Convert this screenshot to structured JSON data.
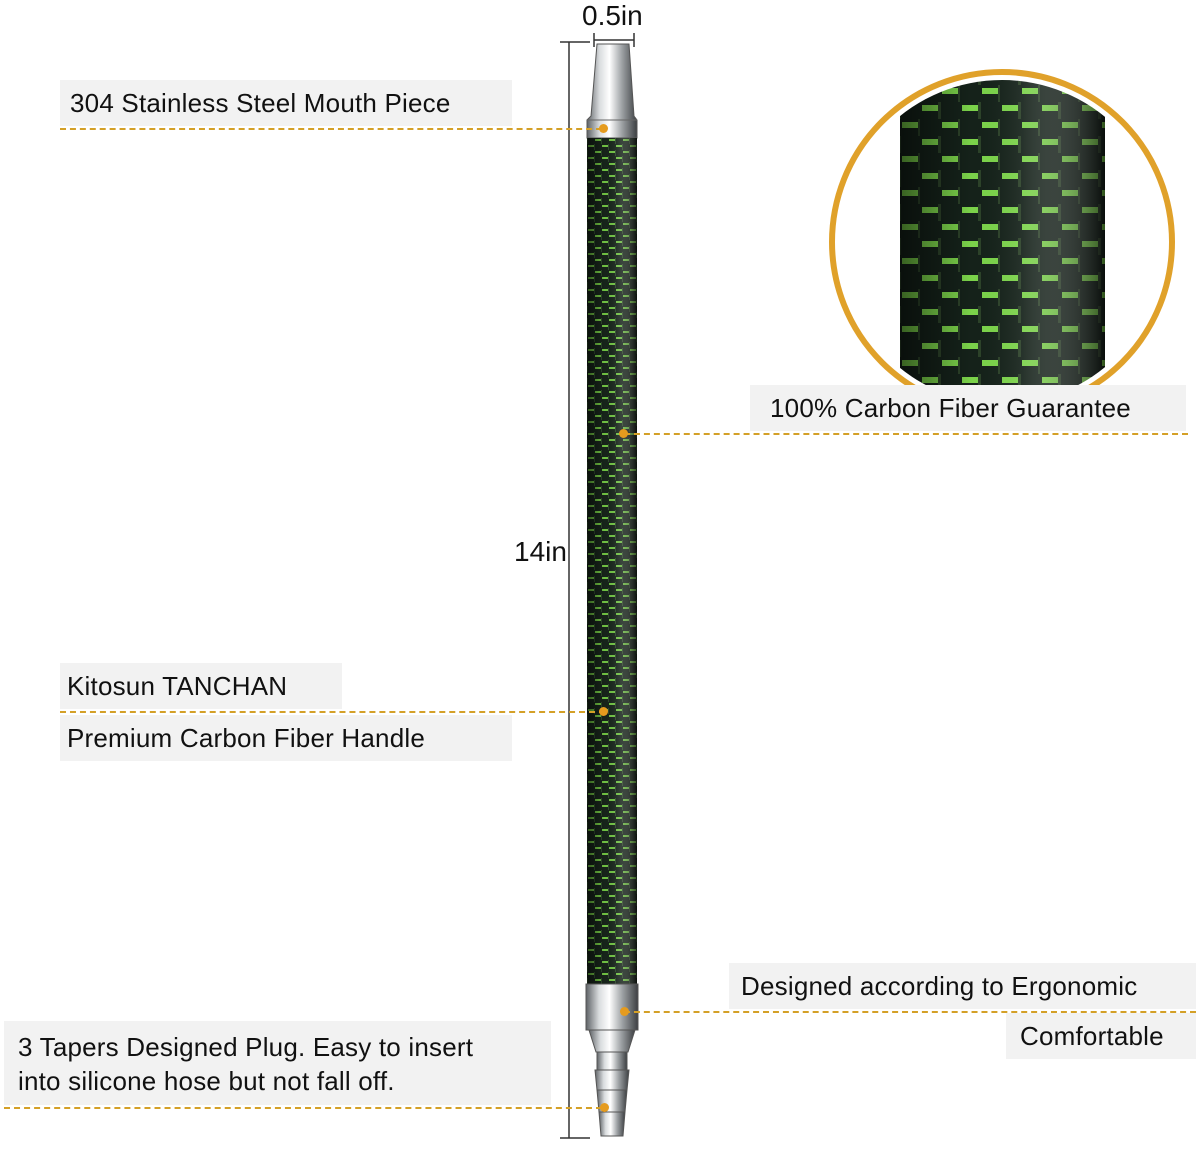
{
  "dimensions": {
    "width_label": "0.5in",
    "length_label": "14in"
  },
  "callouts": {
    "mouthpiece": "304 Stainless Steel Mouth Piece",
    "carbon_guarantee": "100% Carbon Fiber Guarantee",
    "brand": "Kitosun TANCHAN",
    "handle": "Premium Carbon Fiber Handle",
    "ergonomic": "Designed according to Ergonomic",
    "comfortable": "Comfortable",
    "plug_line1": "3 Tapers Designed Plug. Easy to insert",
    "plug_line2": "into silicone hose but not fall off."
  },
  "colors": {
    "accent": "#d4a027",
    "dot": "#e59b1e",
    "carbon_dark": "#1b2a1d",
    "carbon_green": "#7bd34a",
    "steel": "#b8bcbf"
  }
}
